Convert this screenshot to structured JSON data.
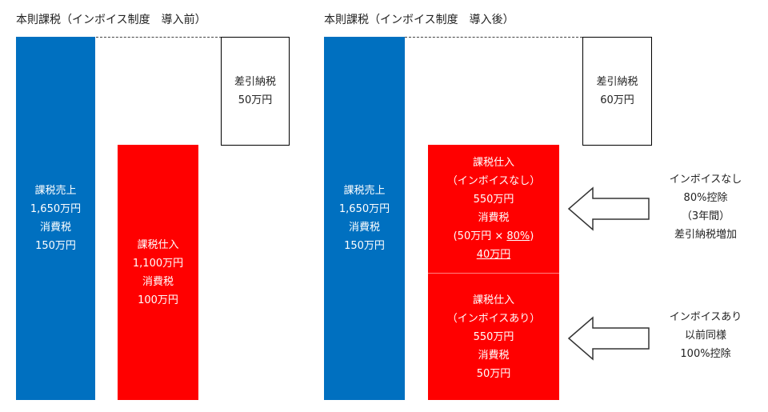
{
  "left": {
    "heading": "本則課税（インボイス制度　導入前）",
    "sales_box": {
      "lines": [
        "課税売上",
        "1,650万円",
        "消費税",
        "150万円"
      ]
    },
    "purchase_box": {
      "lines": [
        "課税仕入",
        "1,100万円",
        "消費税",
        "100万円"
      ]
    },
    "net_tax_box": {
      "lines": [
        "差引納税",
        "50万円"
      ]
    }
  },
  "right": {
    "heading": "本則課税（インボイス制度　導入後）",
    "sales_box": {
      "lines": [
        "課税売上",
        "1,650万円",
        "消費税",
        "150万円"
      ]
    },
    "purchase_no_invoice": {
      "line1": "課税仕入",
      "line2": "（インボイスなし）",
      "line3": "550万円",
      "line4": "消費税",
      "line5_prefix": "(50万円 × ",
      "line5_underlined": "80%",
      "line5_suffix": ")",
      "line6": "40万円"
    },
    "purchase_with_invoice": {
      "lines": [
        "課税仕入",
        "（インボイスあり）",
        "550万円",
        "消費税",
        "50万円"
      ]
    },
    "net_tax_box": {
      "lines": [
        "差引納税",
        "60万円"
      ]
    },
    "note_no_invoice": {
      "lines": [
        "インボイスなし",
        "80%控除",
        "（3年間）",
        "差引納税増加"
      ]
    },
    "note_with_invoice": {
      "lines": [
        "インボイスあり",
        "以前同様",
        "100%控除"
      ]
    }
  },
  "colors": {
    "sales": "#0070c0",
    "purchase": "#ff0000",
    "outline": "#000000"
  }
}
